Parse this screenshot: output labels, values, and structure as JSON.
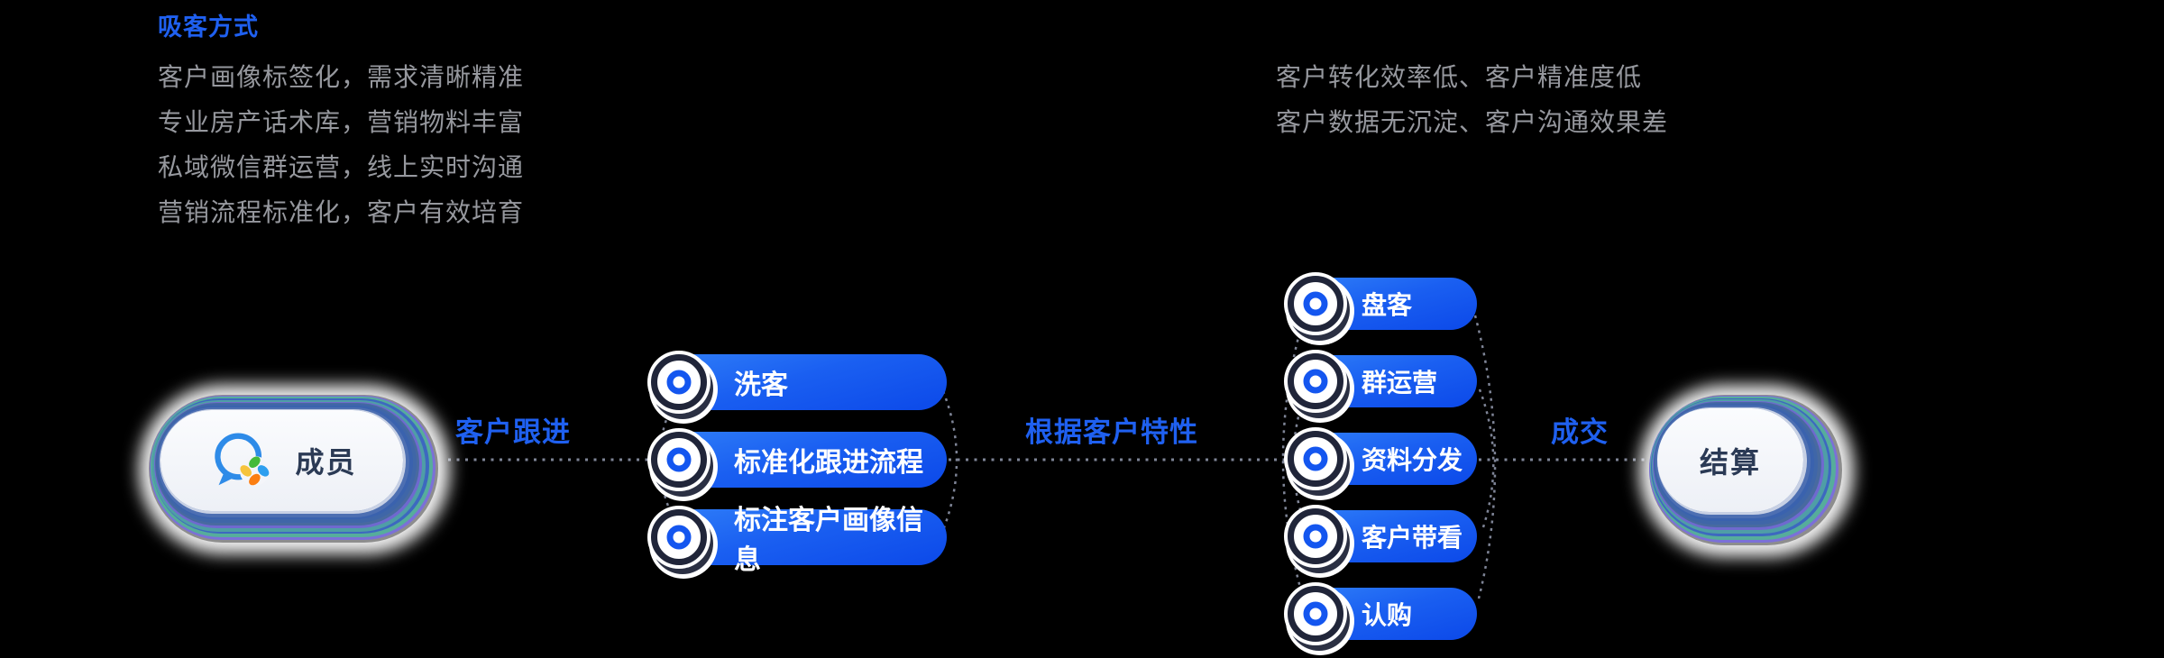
{
  "palette": {
    "background": "#000000",
    "accent_blue": "#1F60F0",
    "pill_gradient_start": "#2F7EF8",
    "pill_gradient_end": "#0C49E9",
    "muted_text": "#96989E",
    "node_text": "#2B3A55",
    "connector_gray": "#7E8496"
  },
  "top_left": {
    "title": "吸客方式",
    "lines": [
      "客户画像标签化，需求清晰精准",
      "专业房产话术库，营销物料丰富",
      "私域微信群运营，线上实时沟通",
      "营销流程标准化，客户有效培育"
    ]
  },
  "top_right": {
    "lines": [
      "客户转化效率低、客户精准度低",
      "客户数据无沉淀、客户沟通效果差"
    ]
  },
  "flow": {
    "start_node": {
      "label": "成员",
      "icon": "wecom-icon"
    },
    "label_1": "客户跟进",
    "mid_steps": [
      "洗客",
      "标准化跟进流程",
      "标注客户画像信息"
    ],
    "label_2": "根据客户特性",
    "right_steps": [
      "盘客",
      "群运营",
      "资料分发",
      "客户带看",
      "认购"
    ],
    "label_3": "成交",
    "end_node": {
      "label": "结算"
    },
    "step_icon": "ring-dot-icon"
  }
}
